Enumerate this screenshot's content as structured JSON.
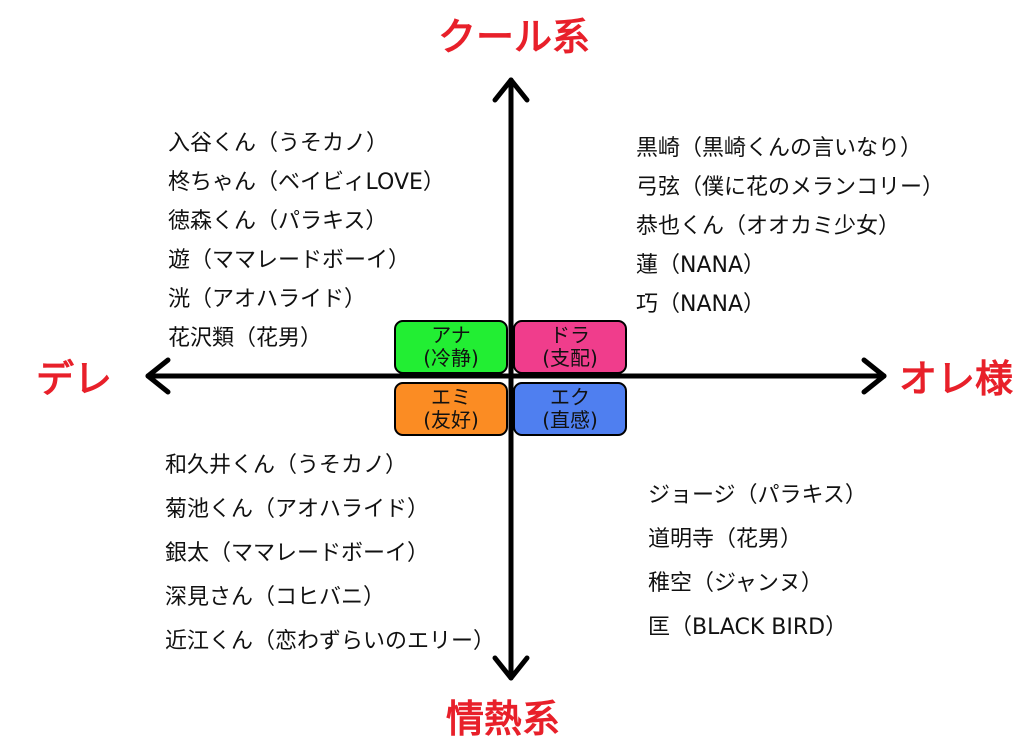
{
  "axes": {
    "top": "クール系",
    "bottom": "情熱系",
    "left": "デレ",
    "right": "オレ様"
  },
  "quadrants": {
    "top_left": [
      "入谷くん（うそカノ）",
      "柊ちゃん（ベイビィLOVE）",
      "徳森くん（パラキス）",
      "遊（ママレードボーイ）",
      "洸（アオハライド）",
      "花沢類（花男）"
    ],
    "top_right": [
      "黒崎（黒崎くんの言いなり）",
      "弓弦（僕に花のメランコリー）",
      "恭也くん（オオカミ少女）",
      "蓮（NANA）",
      "巧（NANA）"
    ],
    "bottom_left": [
      "和久井くん（うそカノ）",
      "菊池くん（アオハライド）",
      "銀太（ママレードボーイ）",
      "深見さん（コヒバニ）",
      "近江くん（恋わずらいのエリー）"
    ],
    "bottom_right": [
      "ジョージ（パラキス）",
      "道明寺（花男）",
      "稚空（ジャンヌ）",
      "匡（BLACK BIRD）"
    ]
  },
  "tags": {
    "ana": {
      "name": "アナ",
      "desc": "(冷静)",
      "color": "#22ee33"
    },
    "dora": {
      "name": "ドラ",
      "desc": "(支配)",
      "color": "#f03d8c"
    },
    "emi": {
      "name": "エミ",
      "desc": "(友好)",
      "color": "#fb8c23"
    },
    "eku": {
      "name": "エク",
      "desc": "(直感)",
      "color": "#4f7ff0"
    }
  },
  "colors": {
    "axis_label": "#e8202a",
    "axis_line": "#000000"
  }
}
